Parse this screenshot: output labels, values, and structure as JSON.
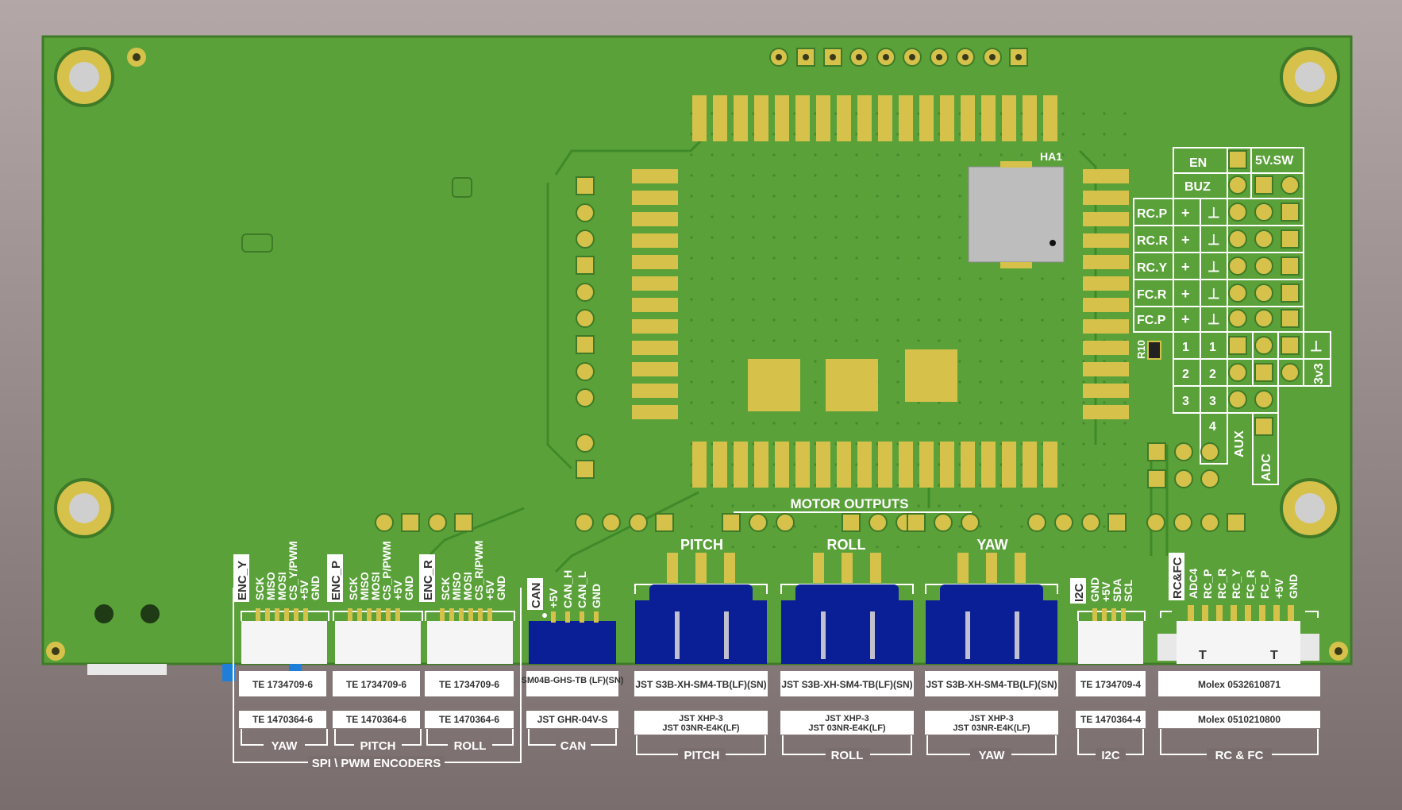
{
  "title": "",
  "designator": "HA1",
  "resistor": "R10",
  "motor_outputs_label": "MOTOR OUTPUTS",
  "channels": {
    "pitch": "PITCH",
    "roll": "ROLL",
    "yaw": "YAW"
  },
  "encoders": [
    {
      "tag": "ENC_Y",
      "pins": [
        "SCK",
        "MISO",
        "MOSI",
        "CS_Y/PWM",
        "+5V",
        "GND"
      ],
      "part_top": "TE 1734709-6",
      "part_bot": "TE 1470364-6",
      "group": "YAW"
    },
    {
      "tag": "ENC_P",
      "pins": [
        "SCK",
        "MISO",
        "MOSI",
        "CS_P/PWM",
        "+5V",
        "GND"
      ],
      "part_top": "TE 1734709-6",
      "part_bot": "TE 1470364-6",
      "group": "PITCH"
    },
    {
      "tag": "ENC_R",
      "pins": [
        "SCK",
        "MISO",
        "MOSI",
        "CS_R/PWM",
        "+5V",
        "GND"
      ],
      "part_top": "TE 1734709-6",
      "part_bot": "TE 1470364-6",
      "group": "ROLL"
    }
  ],
  "encoders_group": "SPI \\ PWM ENCODERS",
  "can": {
    "tag": "CAN",
    "pins": [
      "+5V",
      "CAN_H",
      "CAN_L",
      "GND"
    ],
    "part_top": "SM04B-GHS-TB (LF)(SN)",
    "part_bot": "JST GHR-04V-S",
    "group": "CAN"
  },
  "motors": [
    {
      "label": "PITCH",
      "part_top": "JST S3B-XH-SM4-TB(LF)(SN)",
      "part_bot1": "JST XHP-3",
      "part_bot2": "JST 03NR-E4K(LF)",
      "group": "PITCH"
    },
    {
      "label": "ROLL",
      "part_top": "JST S3B-XH-SM4-TB(LF)(SN)",
      "part_bot1": "JST XHP-3",
      "part_bot2": "JST 03NR-E4K(LF)",
      "group": "ROLL"
    },
    {
      "label": "YAW",
      "part_top": "JST S3B-XH-SM4-TB(LF)(SN)",
      "part_bot1": "JST XHP-3",
      "part_bot2": "JST 03NR-E4K(LF)",
      "group": "YAW"
    }
  ],
  "i2c": {
    "tag": "I2C",
    "pins": [
      "GND",
      "+5V",
      "SDA",
      "SCL"
    ],
    "part_top": "TE 1734709-4",
    "part_bot": "TE 1470364-4",
    "group": "I2C"
  },
  "rcfc": {
    "tag": "RC&FC",
    "pins": [
      "ADC4",
      "RC_P",
      "RC_R",
      "RC_Y",
      "FC_R",
      "FC_P",
      "+5V",
      "GND"
    ],
    "part_top": "Molex 0532610871",
    "part_bot": "Molex 0510210800",
    "group": "RC & FC"
  },
  "header": {
    "en": "EN",
    "buz": "BUZ",
    "sw": "5V.SW",
    "rows": [
      "RC.P",
      "RC.R",
      "RC.Y",
      "FC.R",
      "FC.P"
    ],
    "plus": "+",
    "gnd": "⊥",
    "nums": [
      "1",
      "2",
      "3",
      "4"
    ],
    "aux": "AUX",
    "adc": "ADC",
    "v33": "3v3"
  }
}
